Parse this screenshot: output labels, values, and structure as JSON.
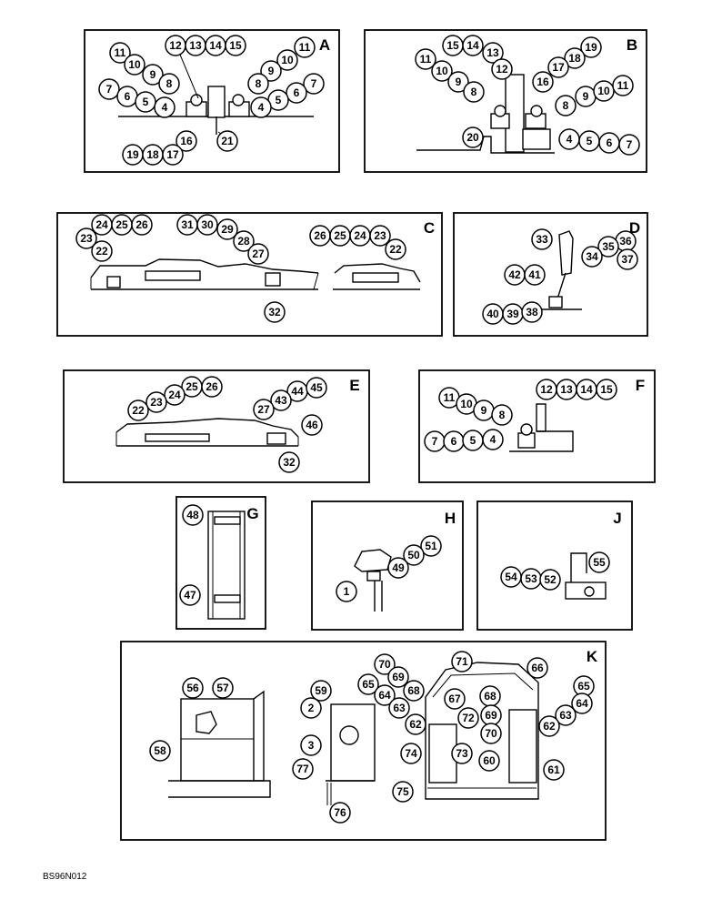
{
  "figure_code": "BS96N012",
  "panels": [
    {
      "id": "A",
      "callouts": [
        "11",
        "10",
        "9",
        "8",
        "7",
        "6",
        "5",
        "4",
        "12",
        "13",
        "14",
        "15",
        "11",
        "10",
        "9",
        "8",
        "7",
        "6",
        "5",
        "4",
        "16",
        "21",
        "19",
        "18",
        "17"
      ]
    },
    {
      "id": "B",
      "callouts": [
        "15",
        "14",
        "13",
        "12",
        "11",
        "10",
        "9",
        "8",
        "20",
        "19",
        "18",
        "17",
        "16",
        "8",
        "9",
        "10",
        "11",
        "4",
        "5",
        "6",
        "7"
      ]
    },
    {
      "id": "C",
      "callouts": [
        "24",
        "25",
        "26",
        "23",
        "22",
        "31",
        "30",
        "29",
        "28",
        "27",
        "32",
        "26",
        "25",
        "24",
        "23",
        "22"
      ]
    },
    {
      "id": "D",
      "callouts": [
        "33",
        "36",
        "35",
        "34",
        "37",
        "42",
        "41",
        "40",
        "39",
        "38"
      ]
    },
    {
      "id": "E",
      "callouts": [
        "25",
        "26",
        "24",
        "23",
        "22",
        "44",
        "45",
        "43",
        "27",
        "46",
        "32"
      ]
    },
    {
      "id": "F",
      "callouts": [
        "11",
        "10",
        "9",
        "8",
        "12",
        "13",
        "14",
        "15",
        "7",
        "6",
        "5",
        "4"
      ]
    },
    {
      "id": "G",
      "callouts": [
        "48",
        "47"
      ]
    },
    {
      "id": "H",
      "callouts": [
        "51",
        "50",
        "49",
        "1"
      ]
    },
    {
      "id": "J",
      "callouts": [
        "55",
        "54",
        "53",
        "52"
      ]
    },
    {
      "id": "K",
      "callouts": [
        "56",
        "57",
        "58",
        "59",
        "2",
        "3",
        "77",
        "76",
        "65",
        "64",
        "63",
        "62",
        "74",
        "75",
        "70",
        "69",
        "68",
        "67",
        "71",
        "72",
        "73",
        "68",
        "69",
        "70",
        "60",
        "66",
        "65",
        "64",
        "63",
        "62",
        "61"
      ]
    }
  ]
}
